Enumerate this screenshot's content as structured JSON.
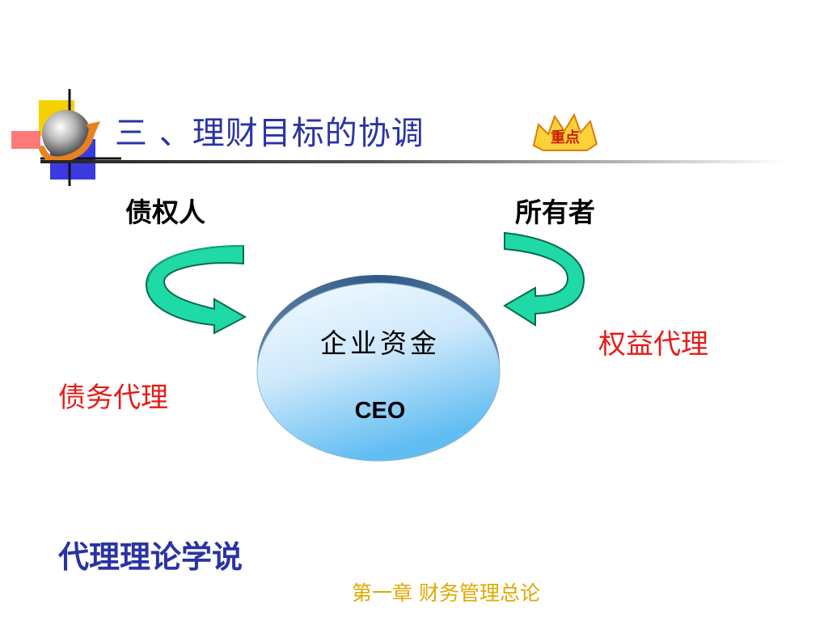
{
  "title": "三 、理财目标的协调",
  "badge_text": "重点",
  "parties": {
    "left": "债权人",
    "right": "所有者"
  },
  "center": {
    "line1": "企业资金",
    "line2": "CEO"
  },
  "agency": {
    "left": "债务代理",
    "right": "权益代理"
  },
  "theory": "代理理论学说",
  "footer": "第一章  财务管理总论",
  "colors": {
    "title": "#2a33a3",
    "agency": "#e41b17",
    "arrow_fill": "#1fd9a6",
    "arrow_stroke": "#0b6b4f",
    "footer": "#e0a800"
  },
  "icons": {
    "logo": "globe-arrow-icon",
    "badge": "key-point-badge-icon"
  }
}
